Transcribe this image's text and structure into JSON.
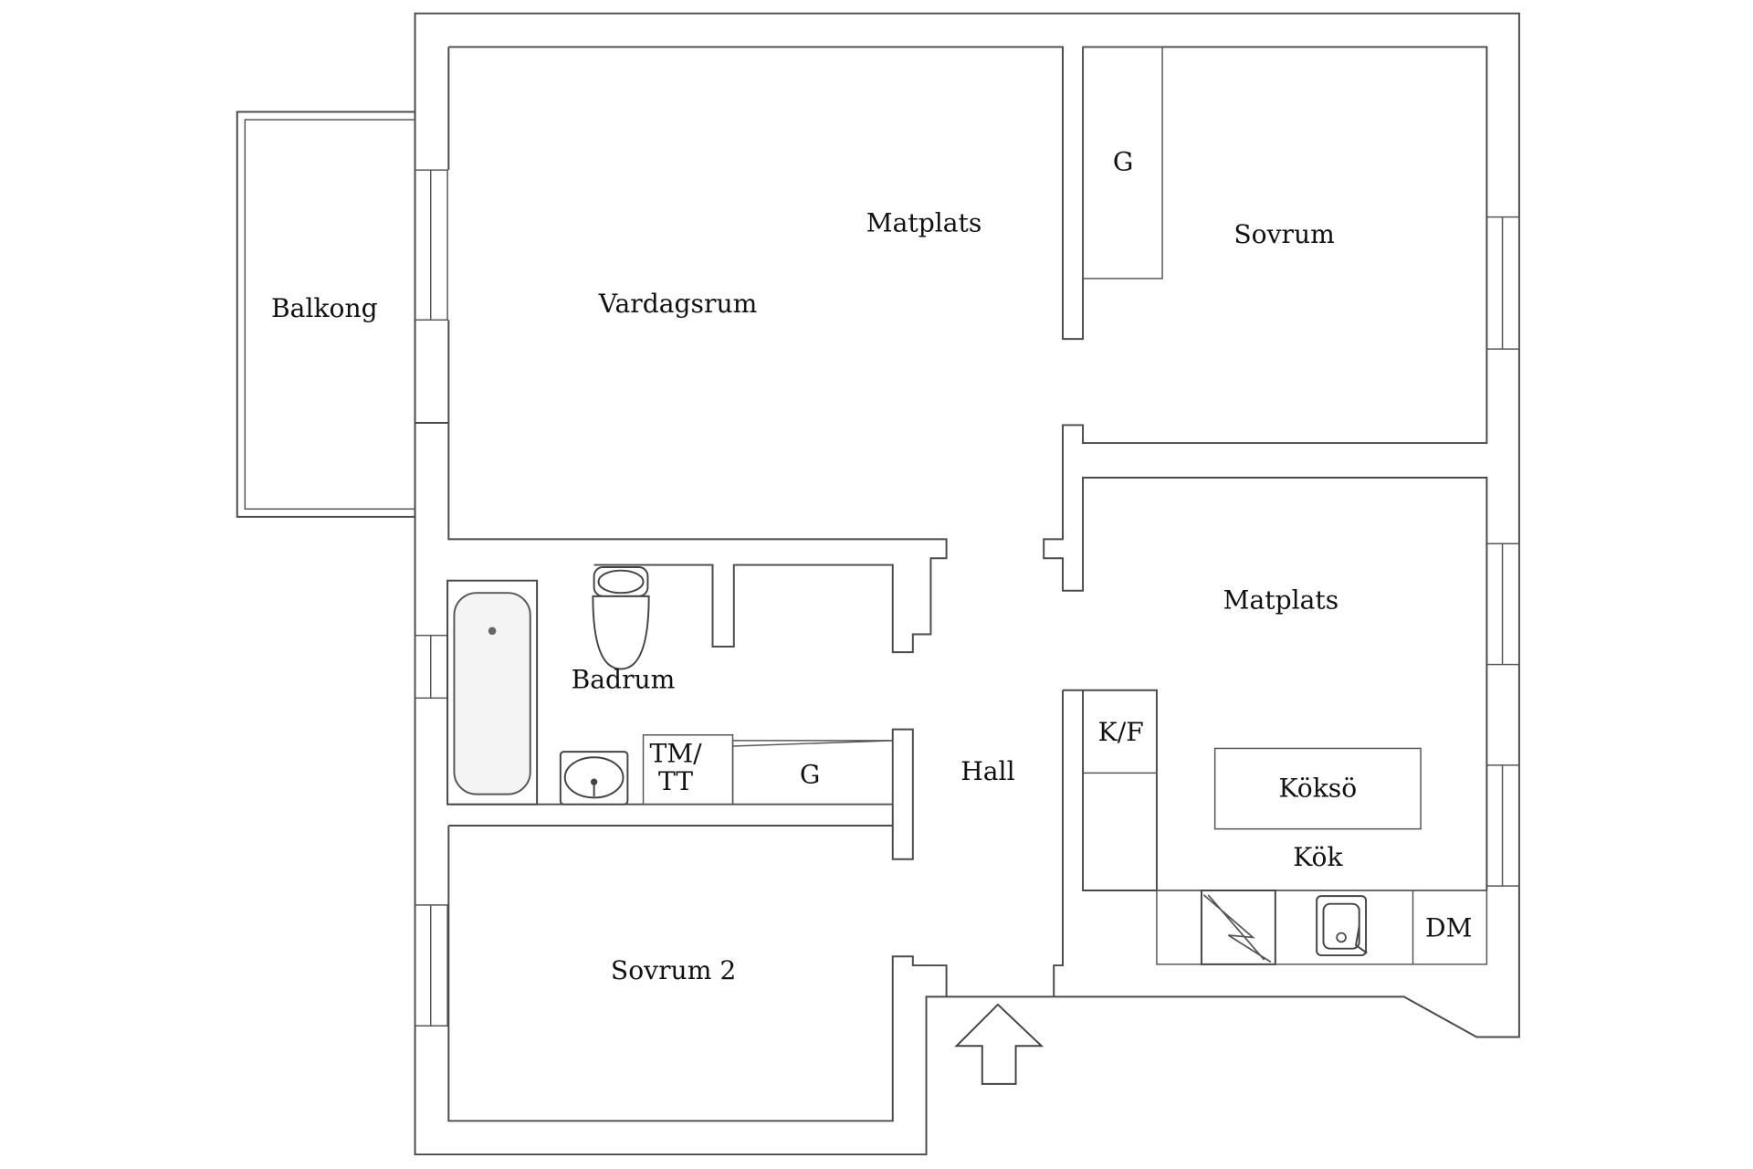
{
  "floorplan": {
    "rooms": {
      "balkong": "Balkong",
      "vardagsrum": "Vardagsrum",
      "matplats_top": "Matplats",
      "sovrum": "Sovrum",
      "garderob_top": "G",
      "badrum": "Badrum",
      "tm_line1": "TM/",
      "tm_line2": "TT",
      "garderob_bath": "G",
      "hall": "Hall",
      "matplats_kitchen": "Matplats",
      "kf": "K/F",
      "kokso": "Köksö",
      "kok": "Kök",
      "dm": "DM",
      "sovrum2": "Sovrum 2"
    },
    "icons": {
      "entrance": "entrance-arrow-icon",
      "bathtub": "bathtub-icon",
      "toilet": "toilet-icon",
      "washbasin": "washbasin-icon",
      "stove": "stove-icon",
      "sink": "kitchen-sink-icon"
    }
  }
}
